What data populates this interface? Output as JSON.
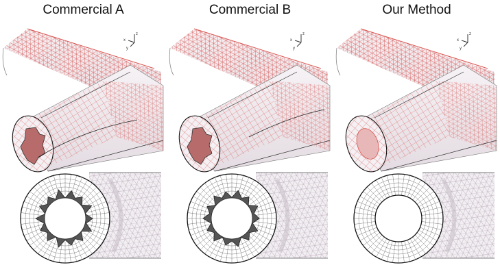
{
  "panels": [
    {
      "title": "Commercial A",
      "quality": "poor"
    },
    {
      "title": "Commercial B",
      "quality": "poor"
    },
    {
      "title": "Our Method",
      "quality": "good"
    }
  ],
  "axis_triad": {
    "x": "x",
    "y": "y",
    "z": "z"
  },
  "colors": {
    "mesh_red": "#d9534f",
    "surface": "#f2eff2",
    "shade": "#d9d3d9",
    "edge": "#111111",
    "gap": "#555555"
  }
}
